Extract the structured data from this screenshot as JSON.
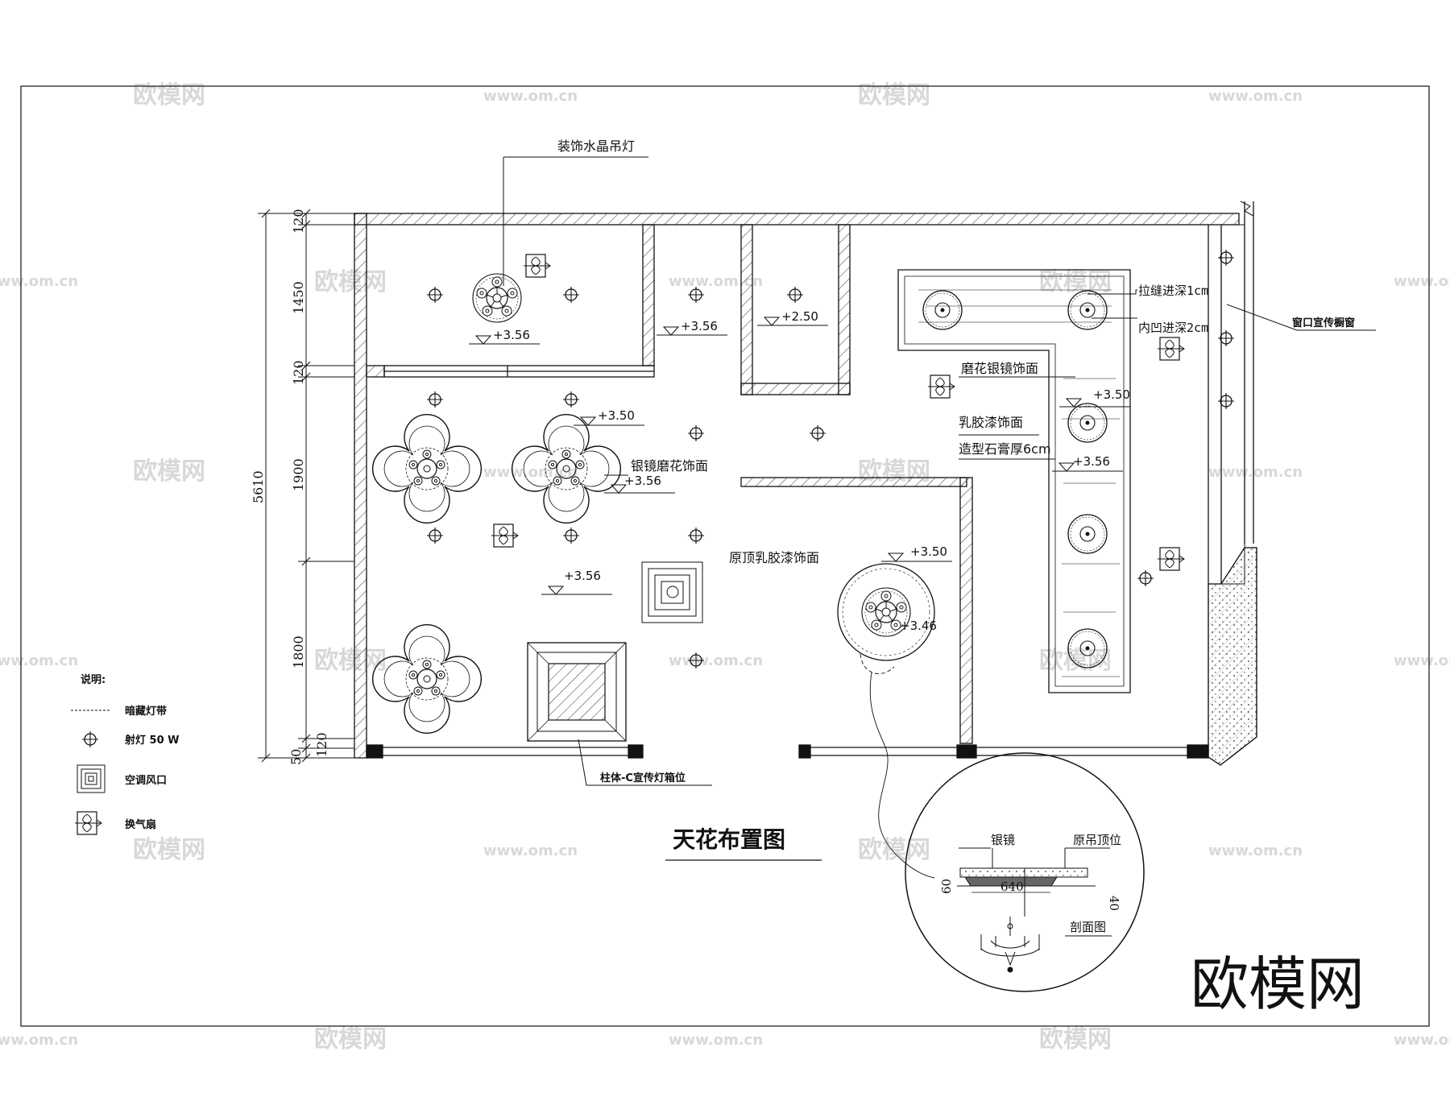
{
  "drawing_title": "天花布置图",
  "dimensions": {
    "total": "5610",
    "segments": [
      "120",
      "1450",
      "120",
      "1900",
      "1800",
      "120",
      "50"
    ]
  },
  "labels": {
    "crystal_chandelier": "装饰水晶吊灯",
    "slot_depth": "拉缝进深1cm",
    "recess_depth": "内凹进深2cm",
    "window_display": "窗口宣传橱窗",
    "frosted_silver_mirror": "磨花银镜饰面",
    "latex_paint": "乳胶漆饰面",
    "gypsum_thickness": "造型石膏厚6cm",
    "silver_mirror_frosted": "银镜磨花饰面",
    "original_ceiling_latex": "原顶乳胶漆饰面",
    "column_lightbox": "柱体-C宣传灯箱位"
  },
  "elevations": {
    "e356_topleft": "+3.56",
    "e356_corridor": "+3.56",
    "e250": "+2.50",
    "e350_right": "+3.50",
    "e356_right": "+3.56",
    "e350_center": "+3.50",
    "e356_center": "+3.56",
    "e356_lower": "+3.56",
    "e350_bottom": "+3.50",
    "e346": "+3.46"
  },
  "legend": {
    "title": "说明:",
    "items": [
      {
        "symbol": "dashed-line",
        "label": "暗藏灯带"
      },
      {
        "symbol": "spotlight",
        "label": "射灯 50 W"
      },
      {
        "symbol": "ac-vent",
        "label": "空调风口"
      },
      {
        "symbol": "exhaust-fan",
        "label": "换气扇"
      }
    ]
  },
  "section_detail": {
    "mirror": "银镜",
    "original_ceiling": "原吊顶位",
    "dim_width": "640",
    "dim_left": "60",
    "dim_right": "40",
    "caption": "剖面图"
  },
  "watermarks": {
    "brand": "欧模网",
    "url": "www.om.cn",
    "logo": "欧模网"
  }
}
